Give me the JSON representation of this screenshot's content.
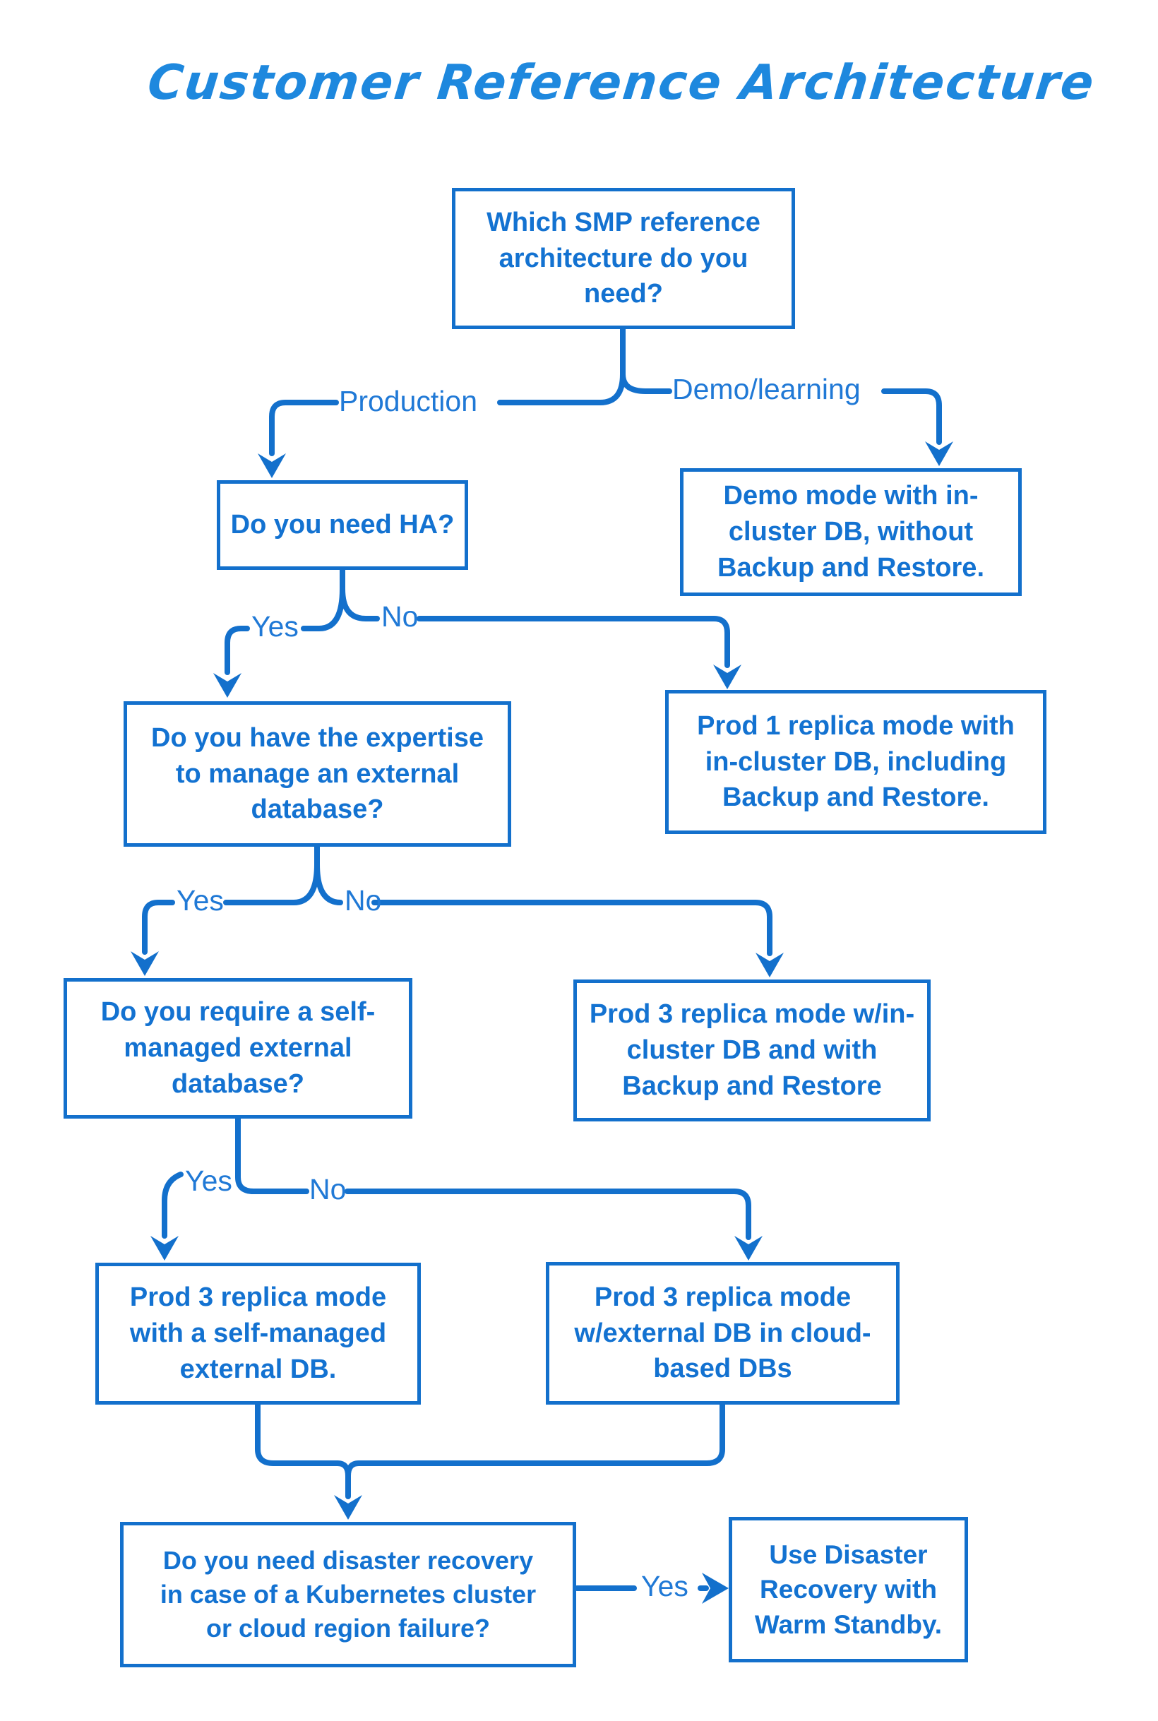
{
  "title": "Customer Reference Architecture",
  "colors": {
    "accent_line": "#1370CC",
    "accent_text": "#1372D1",
    "accent_label": "#2079D6",
    "title_blue": "#1E88DE",
    "background": "#ffffff"
  },
  "flowchart": {
    "nodes": {
      "root_question": "Which SMP reference\narchitecture do you\nneed?",
      "ha_question": "Do you need HA?",
      "demo_mode": "Demo mode with in-\ncluster DB, without\nBackup and Restore.",
      "expertise_question": "Do you have the expertise\nto manage an external\ndatabase?",
      "prod_1_replica": "Prod 1 replica mode with\nin-cluster DB, including\nBackup and Restore.",
      "self_managed_question": "Do you require a self-\nmanaged external\ndatabase?",
      "prod_3_in_cluster": "Prod 3 replica mode w/in-\ncluster DB and with\nBackup and Restore",
      "prod_3_self_managed": "Prod 3 replica mode\nwith a self-managed\nexternal DB.",
      "prod_3_cloud": "Prod 3 replica mode\nw/external DB in cloud-\nbased DBs",
      "disaster_recovery_question": "Do you need disaster recovery\nin case of a Kubernetes cluster\nor cloud region failure?",
      "warm_standby": "Use Disaster\nRecovery with\nWarm Standby."
    },
    "branch_labels": {
      "production": "Production",
      "demo_learning": "Demo/learning",
      "ha_yes": "Yes",
      "ha_no": "No",
      "expertise_yes": "Yes",
      "expertise_no": "No",
      "self_managed_yes": "Yes",
      "self_managed_no": "No",
      "disaster_recovery_yes": "Yes"
    }
  }
}
